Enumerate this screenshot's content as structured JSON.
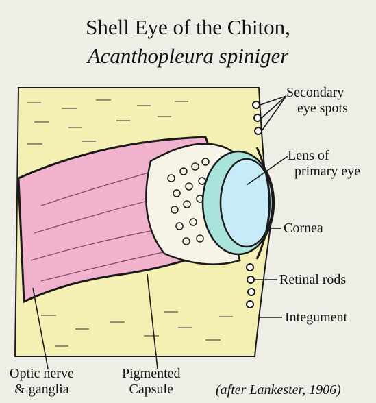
{
  "title": {
    "line1": "Shell Eye of the Chiton,",
    "line2": "Acanthopleura spiniger"
  },
  "labels": {
    "secondary_eye_spots": [
      "Secondary",
      "eye spots"
    ],
    "lens": [
      "Lens of",
      "primary eye"
    ],
    "cornea": "Cornea",
    "retinal_rods": "Retinal rods",
    "integument": "Integument",
    "optic_nerve": [
      "Optic nerve",
      "& ganglia"
    ],
    "pigmented_capsule": [
      "Pigmented",
      "Capsule"
    ]
  },
  "credit": "(after Lankester, 1906)",
  "colors": {
    "background": "#efeee6",
    "tissue": "#f4efb2",
    "nerve": "#f1b2ce",
    "lens": "#c8ecf7",
    "lens_outer": "#a9e4dc",
    "outline": "#1a1a1a"
  }
}
